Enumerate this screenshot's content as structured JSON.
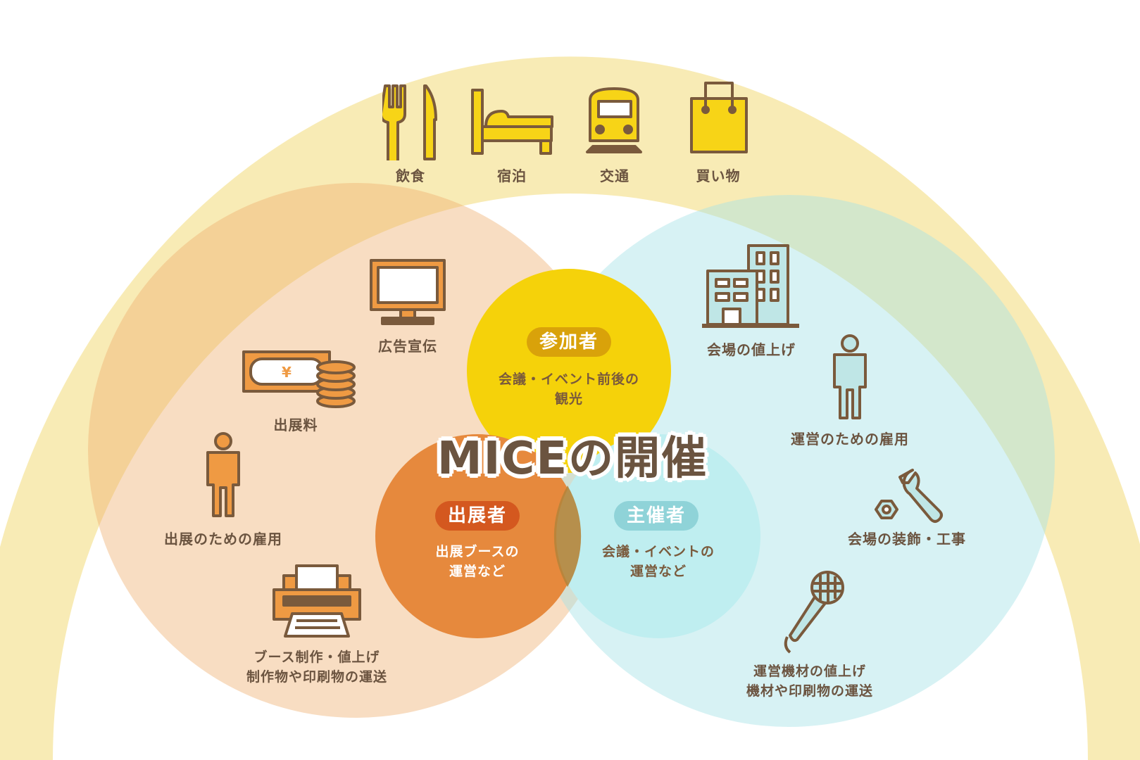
{
  "title": "MICEの開催",
  "colors": {
    "outer_band": "#f7e7a8",
    "left_circle": "#f3c9a0",
    "right_circle": "#bde9ea",
    "participant": "#f5d20a",
    "exhibitor": "#e6893d",
    "organizer": "#bfeef0",
    "icon_yellow": "#f7d417",
    "icon_orange": "#ef9a43",
    "icon_teal": "#bfe6e6",
    "stroke": "#7a5a3c",
    "text": "#6b5440"
  },
  "top_icons": [
    {
      "label": "飲食",
      "icon": "fork-knife-icon"
    },
    {
      "label": "宿泊",
      "icon": "bed-icon"
    },
    {
      "label": "交通",
      "icon": "train-icon"
    },
    {
      "label": "買い物",
      "icon": "shopping-bag-icon"
    }
  ],
  "participant": {
    "label": "参加者",
    "text1": "会議・イベント前後の",
    "text2": "観光"
  },
  "exhibitor": {
    "label": "出展者",
    "text1": "出展ブースの",
    "text2": "運営など"
  },
  "organizer": {
    "label": "主催者",
    "text1": "会議・イベントの",
    "text2": "運営など"
  },
  "left_items": [
    {
      "label": "広告宣伝",
      "icon": "monitor-icon"
    },
    {
      "label": "出展料",
      "icon": "money-coins-icon"
    },
    {
      "label": "出展のための雇用",
      "icon": "person-icon"
    },
    {
      "label1": "ブース制作・値上げ",
      "label2": "制作物や印刷物の運送",
      "icon": "printer-icon"
    }
  ],
  "right_items": [
    {
      "label": "会場の値上げ",
      "icon": "building-icon"
    },
    {
      "label": "運営のための雇用",
      "icon": "person-icon"
    },
    {
      "label": "会場の装飾・工事",
      "icon": "wrench-nut-icon"
    },
    {
      "label1": "運営機材の値上げ",
      "label2": "機材や印刷物の運送",
      "icon": "microphone-icon"
    }
  ]
}
